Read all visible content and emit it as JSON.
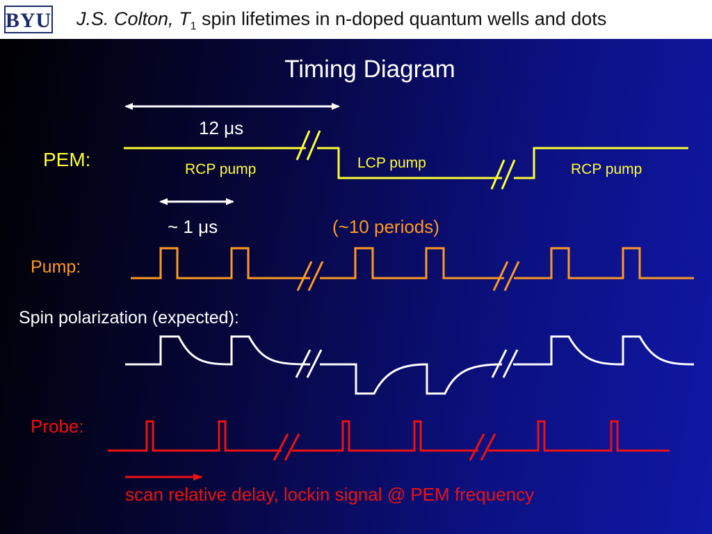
{
  "header": {
    "logo_text": "BYU",
    "author": "J.S. Colton,",
    "t_symbol": "T",
    "t_subscript": "1",
    "title_rest": " spin lifetimes in n-doped quantum wells and dots"
  },
  "slide": {
    "title": "Timing Diagram"
  },
  "labels": {
    "period_12": "12 μs",
    "pem": "PEM:",
    "rcp_left": "RCP pump",
    "lcp": "LCP pump",
    "rcp_right": "RCP pump",
    "period_1": "~ 1 μs",
    "ten_periods": "(~10 periods)",
    "pump": "Pump:",
    "spin": "Spin polarization (expected):",
    "probe": "Probe:",
    "scan_note": "scan relative delay, lockin signal @ PEM frequency"
  },
  "colors": {
    "pem": "#ffff33",
    "pump": "#ff9922",
    "spin": "#ffffff",
    "probe": "#ee1111"
  }
}
